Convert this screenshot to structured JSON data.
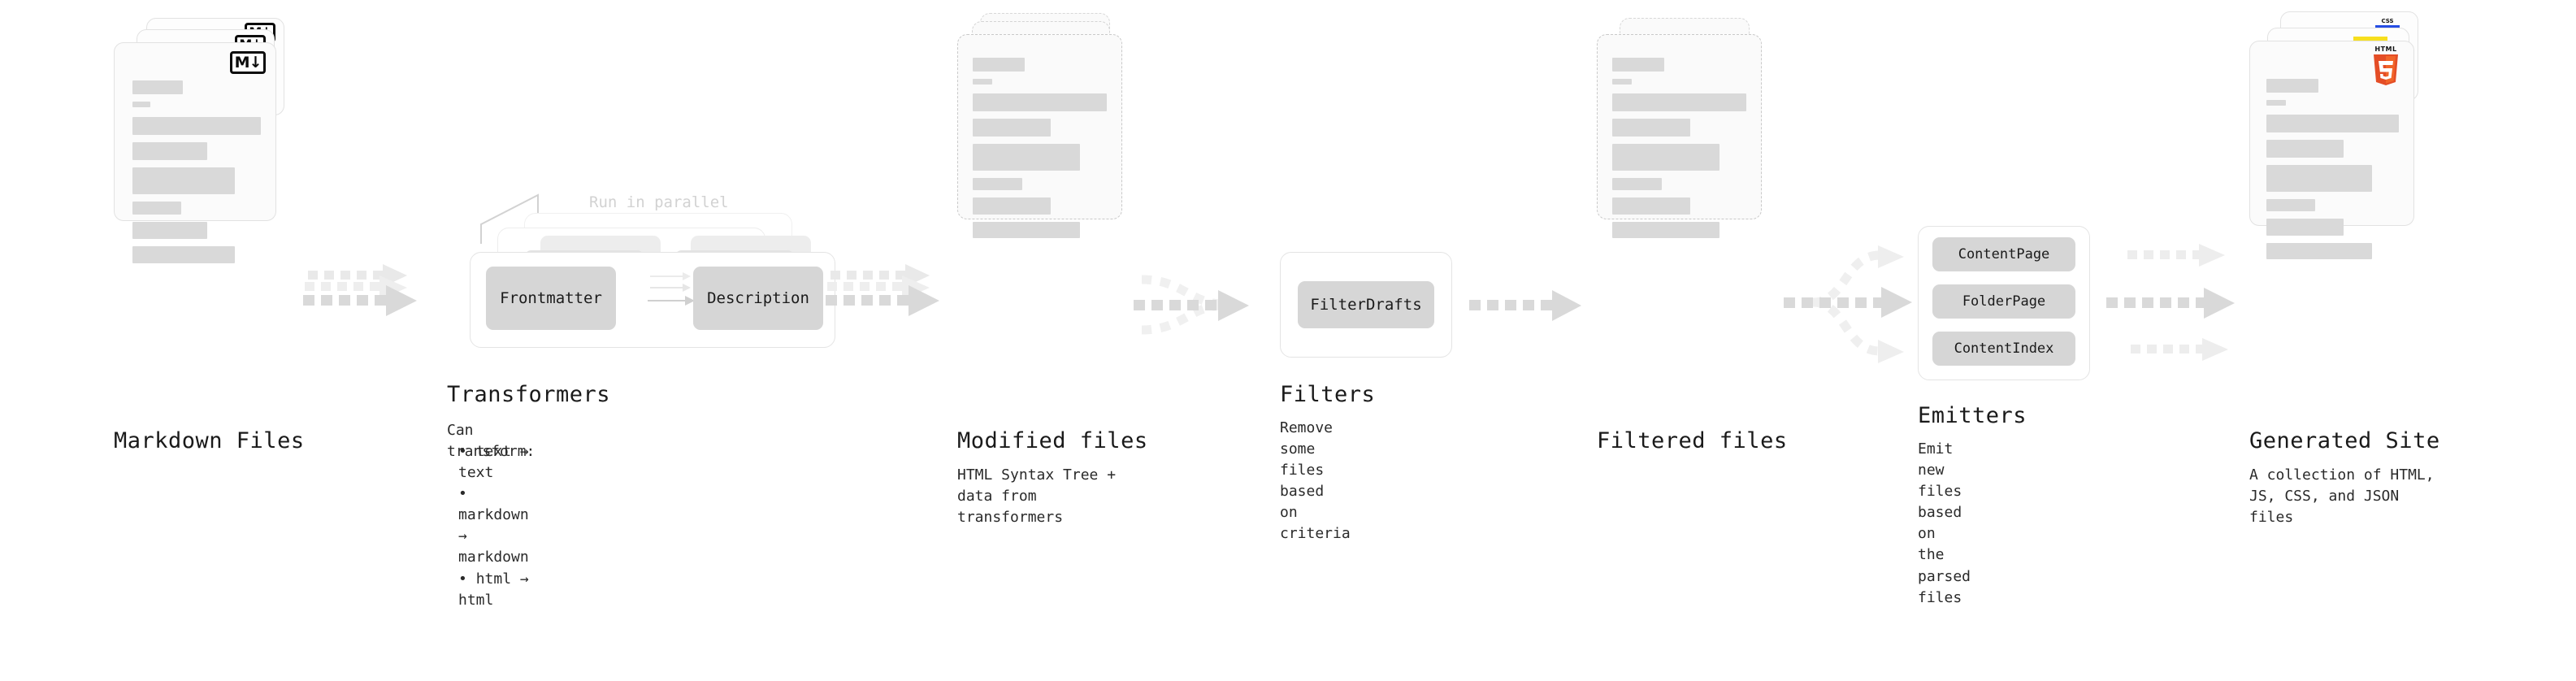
{
  "diagram": {
    "title_font": "monospace",
    "accent_colors": {
      "chip_fill": "#d6d6d6",
      "line_fill": "#d9d9d9",
      "arrow_fill": "#d8d8d8",
      "html5_orange": "#e44d26",
      "html5_shield": "#f16529",
      "js_yellow": "#f7df1e",
      "css_blue": "#264de4"
    },
    "stages": [
      {
        "id": "markdown-files",
        "title": "Markdown Files",
        "description": "",
        "icon": "markdown-badge",
        "badge_text": "M↓",
        "doc_count": 3
      },
      {
        "id": "transformers",
        "title": "Transformers",
        "description": "Can transform:",
        "bullets": [
          "text → text",
          "markdown → markdown",
          "html → html"
        ],
        "annotation": "Run in parallel",
        "plugins": [
          "Frontmatter",
          "Description"
        ],
        "stack_count": 3
      },
      {
        "id": "modified-files",
        "title": "Modified files",
        "description": "HTML Syntax Tree +\ndata from transformers",
        "doc_count": 3,
        "style": "dashed"
      },
      {
        "id": "filters",
        "title": "Filters",
        "description": "Remove some files based\non criteria",
        "plugins": [
          "FilterDrafts"
        ],
        "stack_count": 1
      },
      {
        "id": "filtered-files",
        "title": "Filtered files",
        "description": "",
        "doc_count": 2,
        "style": "dashed"
      },
      {
        "id": "emitters",
        "title": "Emitters",
        "description": "Emit new files based on\nthe parsed files",
        "plugins": [
          "ContentPage",
          "FolderPage",
          "ContentIndex"
        ],
        "stack_count": 1
      },
      {
        "id": "generated-site",
        "title": "Generated Site",
        "description": "A collection of HTML,\nJS, CSS, and JSON files",
        "icon": "html5-badge",
        "badge_text": "HTML",
        "doc_count": 3
      }
    ],
    "connectors": [
      {
        "id": "md-to-transformers",
        "kind": "parallel-3"
      },
      {
        "id": "transformers-to-modified",
        "kind": "parallel-3"
      },
      {
        "id": "modified-to-filters",
        "kind": "merge-3-to-1"
      },
      {
        "id": "filters-to-filtered",
        "kind": "single"
      },
      {
        "id": "filtered-to-emitters",
        "kind": "split-1-to-3"
      },
      {
        "id": "emitters-to-site",
        "kind": "parallel-3"
      }
    ]
  }
}
